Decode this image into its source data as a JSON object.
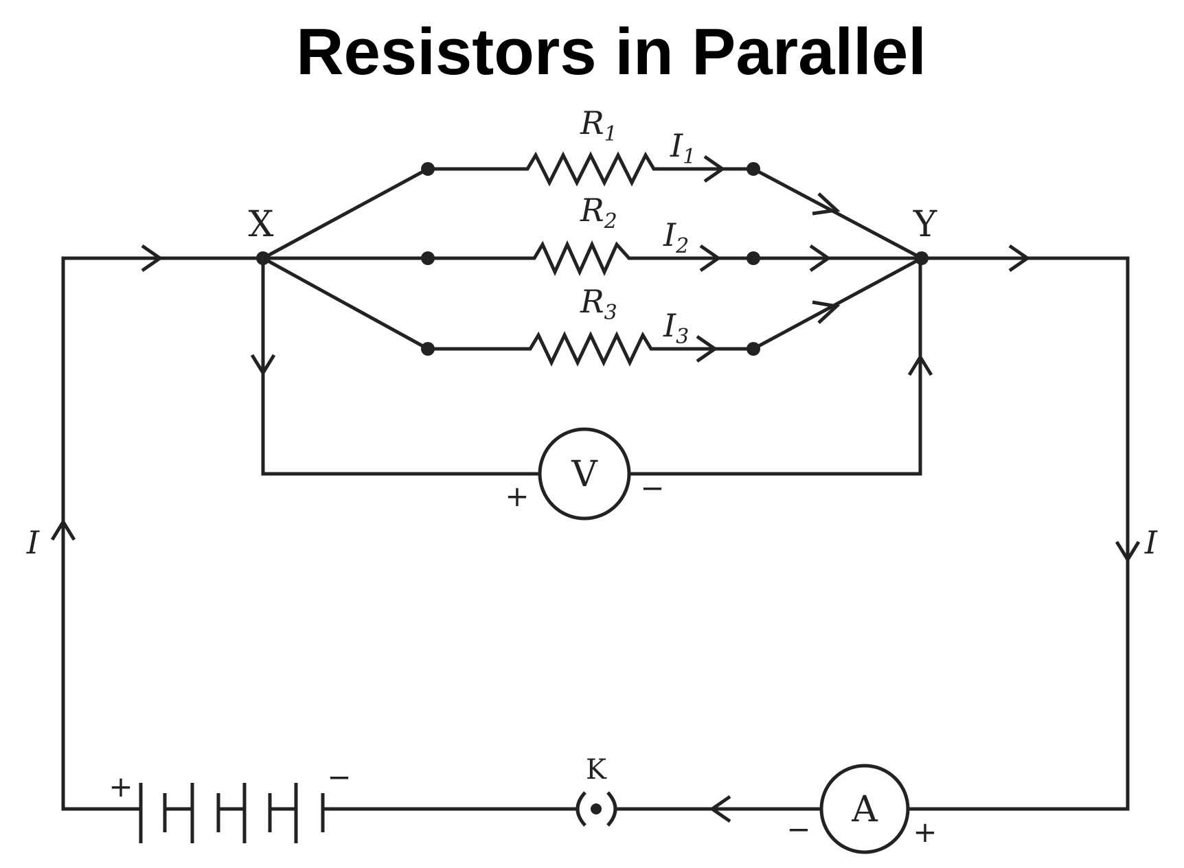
{
  "title": "Resistors in Parallel",
  "nodes": {
    "x": "X",
    "y": "Y"
  },
  "resistors": [
    {
      "label": "R",
      "sub": "1",
      "current": "I",
      "current_sub": "1"
    },
    {
      "label": "R",
      "sub": "2",
      "current": "I",
      "current_sub": "2"
    },
    {
      "label": "R",
      "sub": "3",
      "current": "I",
      "current_sub": "3"
    }
  ],
  "main_current": "I",
  "voltmeter": {
    "label": "V",
    "plus": "+",
    "minus": "−"
  },
  "ammeter": {
    "label": "A",
    "plus": "+",
    "minus": "−"
  },
  "battery": {
    "plus": "+",
    "minus": "−"
  },
  "key": {
    "label": "K"
  },
  "colors": {
    "ink": "#222222",
    "title": "#000000",
    "background": "#ffffff"
  }
}
